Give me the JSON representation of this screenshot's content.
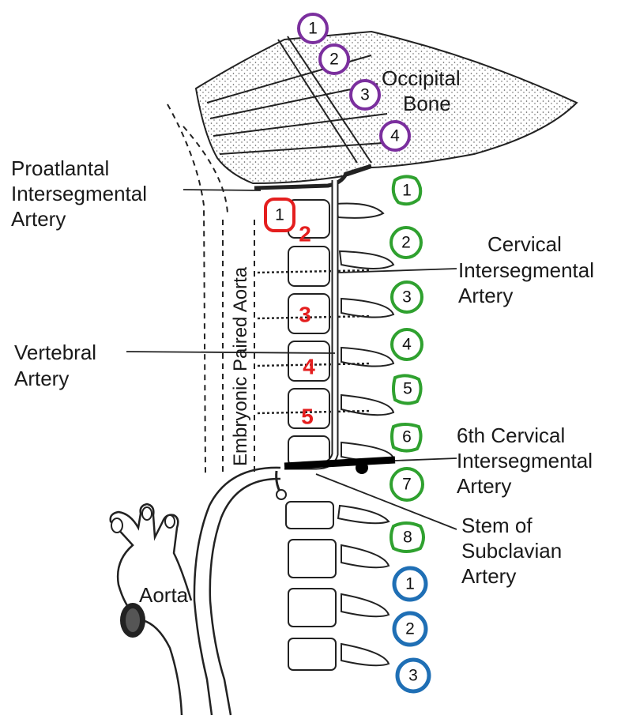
{
  "labels": {
    "occipital_line1": "Occipital",
    "occipital_line2": "Bone",
    "proatlantal_line1": "Proatlantal",
    "proatlantal_line2": "Intersegmental",
    "proatlantal_line3": "Artery",
    "cervical_line1": "Cervical",
    "cervical_line2": "Intersegmental",
    "cervical_line3": "Artery",
    "vertebral_line1": "Vertebral",
    "vertebral_line2": "Artery",
    "embryonic": "Embryonic Paired Aorta",
    "sixth_line1": "6th Cervical",
    "sixth_line2": "Intersegmental",
    "sixth_line3": "Artery",
    "stem_line1": "Stem of",
    "stem_line2": "Subclavian",
    "stem_line3": "Artery",
    "aorta": "Aorta"
  },
  "occipital_markers": [
    "1",
    "2",
    "3",
    "4"
  ],
  "cervical_markers": [
    "1",
    "2",
    "3",
    "4",
    "5",
    "6",
    "7",
    "8"
  ],
  "thoracic_markers": [
    "1",
    "2",
    "3"
  ],
  "vertebral_segments": [
    "1",
    "2",
    "3",
    "4",
    "5"
  ],
  "colors": {
    "occipital": "#7b2f9e",
    "cervical": "#2fa12f",
    "thoracic": "#1f6fb5",
    "vertebral_red": "#e41e1e",
    "ink": "#1a1a1a"
  }
}
